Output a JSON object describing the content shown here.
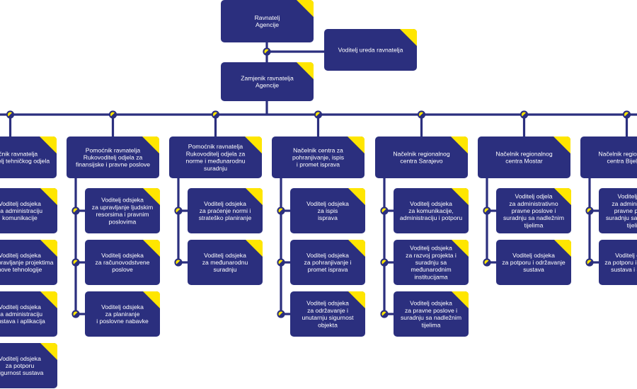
{
  "director": [
    "Ravnatelj",
    "Agencije"
  ],
  "office_head": [
    "Voditelj ureda ravnatelja"
  ],
  "deputy": [
    "Zamjenik ravnatelja",
    "Agencije"
  ],
  "columns": [
    {
      "head": [
        "Pomoćnik ravnatelja",
        "Rukovoditelj tehničkog odjela"
      ],
      "units": [
        [
          "Voditelj odsjeka",
          "za administraciju",
          "komunikacije"
        ],
        [
          "Voditelj odsjeka",
          "za upravljanje projektima",
          "nove tehnologije"
        ],
        [
          "Voditelj odsjeka",
          "za administraciju",
          "sustava i aplikacija"
        ],
        [
          "Voditelj odsjeka",
          "za potporu",
          "sigurnost sustava"
        ]
      ]
    },
    {
      "head": [
        "Pomoćnik ravnatelja",
        "Rukovoditelj odjela za",
        "finansijske i pravne poslove"
      ],
      "units": [
        [
          "Voditelj odsjeka",
          "za upravljanje ljudskim",
          "resorsima i pravnim",
          "poslovima"
        ],
        [
          "Voditelj odsjeka",
          "za računovodstvene",
          "poslove"
        ],
        [
          "Voditelj odsjeka",
          "za planiranje",
          "i poslovne nabavke"
        ]
      ]
    },
    {
      "head": [
        "Pomoćnik ravnatelja",
        "Rukovoditelj odjela za",
        "norme i međunarodnu",
        "suradnju"
      ],
      "units": [
        [
          "Voditelj odsjeka",
          "za praćenje normi i",
          "strateško planiranje"
        ],
        [
          "Voditelj odsjeka",
          "za međunarodnu",
          "suradnju"
        ]
      ]
    },
    {
      "head": [
        "Načelnik centra za",
        "pohranjivanje, ispis",
        "i promet isprava"
      ],
      "units": [
        [
          "Voditelj odsjeka",
          "za ispis",
          "isprava"
        ],
        [
          "Voditelj odsjeka",
          "za pohranjivanje i",
          "promet isprava"
        ],
        [
          "Voditelj odsjeka",
          "za održavanje i",
          "unutarnju sigurnost",
          "objekta"
        ]
      ]
    },
    {
      "head": [
        "Načelnik regionalnog",
        "centra Sarajevo"
      ],
      "units": [
        [
          "Voditelj odsjeka",
          "za komunikacije,",
          "administraciju i potporu"
        ],
        [
          "Voditelj odsjeka",
          "za razvoj projekta i",
          "suradnju sa",
          "međunarodnim",
          "institucijama"
        ],
        [
          "Voditelj odsjeka",
          "za pravne poslove i",
          "suradnju sa nadležnim",
          "tijelima"
        ]
      ]
    },
    {
      "head": [
        "Načelnik regionalnog",
        "centra Mostar"
      ],
      "units": [
        [
          "Voditelj odjela",
          "za administrativno",
          "pravne poslove i",
          "suradnju sa nadležnim",
          "tijelima"
        ],
        [
          "Voditelj odsjeka",
          "za potporu i održavanje",
          "sustava"
        ]
      ]
    },
    {
      "head": [
        "Načelnik regionalnog",
        "centra Bijeljina"
      ],
      "units": [
        [
          "Voditelj odjela",
          "za administrativno",
          "pravne poslove i",
          "suradnju sa nadležnim",
          "tijelima"
        ],
        [
          "Voditelj odsjeka",
          "za potporu i održavanje",
          "sustava i aplikacija"
        ]
      ]
    }
  ],
  "colors": {
    "box": "#2b2f7e",
    "accent": "#ffe600",
    "background": "#ffffff"
  }
}
